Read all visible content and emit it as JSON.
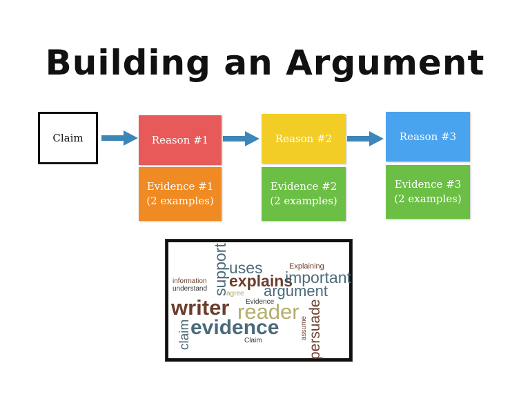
{
  "title": "Building an Argument",
  "claim": "Claim",
  "reasons": [
    {
      "label": "Reason #1",
      "color": "#e85a5a"
    },
    {
      "label": "Reason #2",
      "color": "#f2cd25"
    },
    {
      "label": "Reason #3",
      "color": "#4aa3ee"
    }
  ],
  "evidence": [
    {
      "line1": "Evidence #1",
      "line2": "(2 examples)",
      "color": "#f08a22"
    },
    {
      "line1": "Evidence #2",
      "line2": "(2 examples)",
      "color": "#6cbf45"
    },
    {
      "line1": "Evidence #3",
      "line2": "(2 examples)",
      "color": "#6cbf45"
    }
  ],
  "arrow_color": "#3d86b8",
  "word_cloud": {
    "support": "support",
    "uses": "uses",
    "explaining": "Explaining",
    "information": "information",
    "understand": "understand",
    "explains": "explains",
    "important": "important",
    "agree": "agree",
    "argument": "argument",
    "evidence_small": "Evidence",
    "writer": "writer",
    "reader": "reader",
    "persuade": "persuade",
    "assume": "assume",
    "claim": "claim",
    "evidence": "evidence",
    "claim_small": "Claim"
  }
}
